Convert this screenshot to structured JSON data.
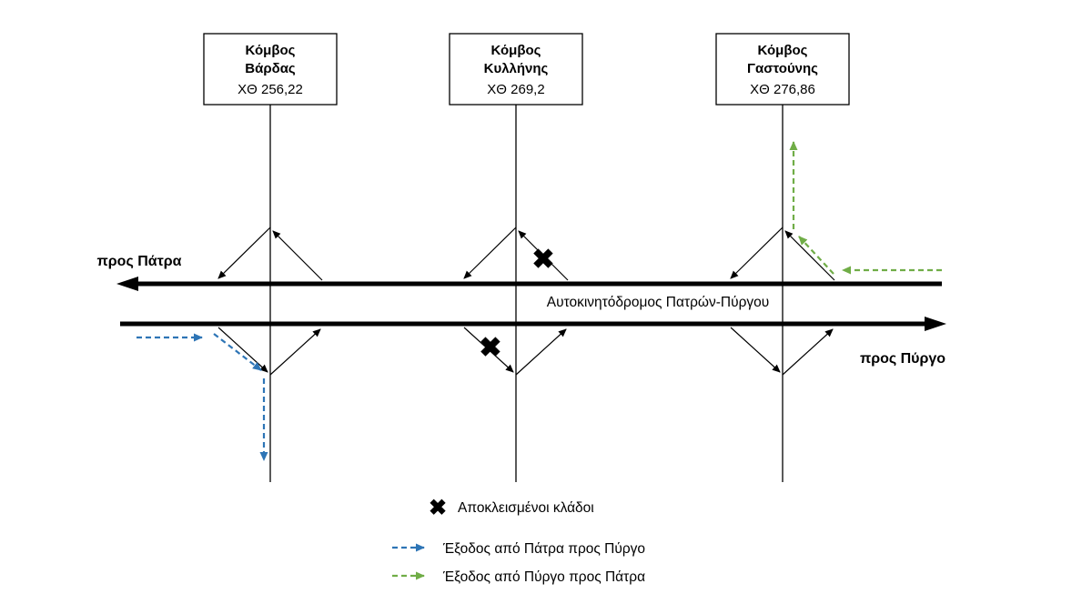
{
  "highway": {
    "name": "Αυτοκινητόδρομος Πατρών-Πύργου",
    "to_patras": "προς Πάτρα",
    "to_pyrgos": "προς Πύργο"
  },
  "junctions": [
    {
      "title": "Κόμβος",
      "name": "Βάρδας",
      "chainage": "ΧΘ 256,22"
    },
    {
      "title": "Κόμβος",
      "name": "Κυλλήνης",
      "chainage": "ΧΘ 269,2"
    },
    {
      "title": "Κόμβος",
      "name": "Γαστούνης",
      "chainage": "ΧΘ 276,86"
    }
  ],
  "blocked_mark": "✖",
  "legend": {
    "blocked": "Αποκλεισμένοι κλάδοι",
    "exit_patras_to_pyrgos": "Έξοδος από Πάτρα προς Πύργο",
    "exit_pyrgos_to_patras": "Έξοδος από Πύργο προς Πάτρα"
  },
  "colors": {
    "road": "#000000",
    "blocked": "#ee1c25",
    "exit_patras_to_pyrgos": "#2e75b6",
    "exit_pyrgos_to_patras": "#70ad47"
  }
}
